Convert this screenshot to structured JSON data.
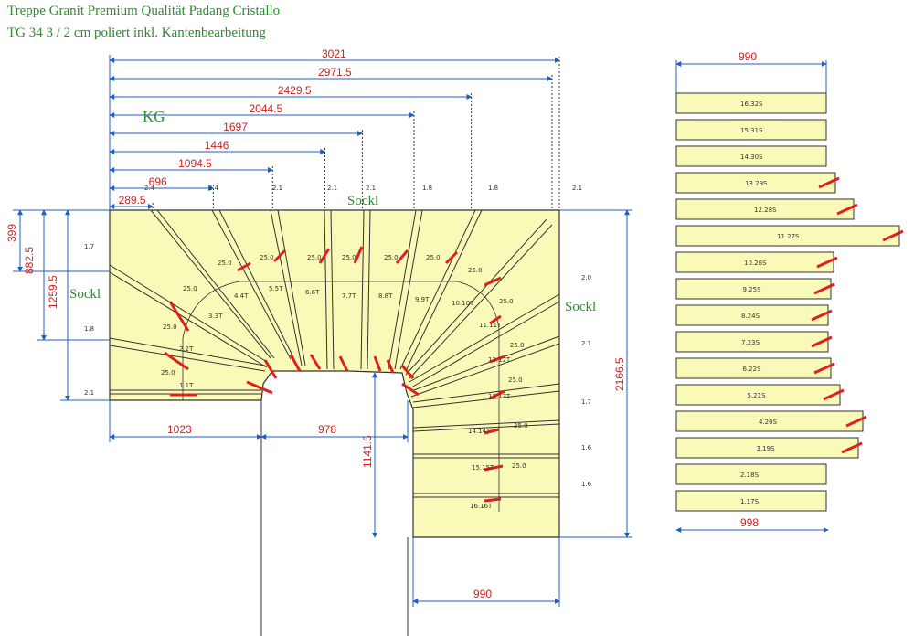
{
  "title_line1": "Treppe Granit Premium Qualität Padang Cristallo",
  "title_line2": "TG 34 3 / 2 cm poliert inkl. Kantenbearbeitung",
  "labels": {
    "kg": "KG",
    "sockl_top": "Sockl",
    "sockl_left": "Sockl",
    "sockl_right": "Sockl"
  },
  "top_dims": [
    {
      "label": "3021",
      "value": 3021
    },
    {
      "label": "2971.5",
      "value": 2971.5
    },
    {
      "label": "2429.5",
      "value": 2429.5
    },
    {
      "label": "2044.5",
      "value": 2044.5
    },
    {
      "label": "1697",
      "value": 1697
    },
    {
      "label": "1446",
      "value": 1446
    },
    {
      "label": "1094.5",
      "value": 1094.5
    },
    {
      "label": "696",
      "value": 696
    },
    {
      "label": "289.5",
      "value": 289.5
    }
  ],
  "left_dims": [
    "399",
    "882.5",
    "1259.5"
  ],
  "right_dim": "2166.5",
  "bottom_dims": {
    "left": "1023",
    "mid": "978",
    "vertical": "1141.5",
    "right": "990"
  },
  "small_top_labels": [
    "2.4",
    "2.4",
    "2.1",
    "2.1",
    "2.1",
    "1.8",
    "1.8",
    "2.1"
  ],
  "left_side_labels": [
    "1.7",
    "1.8",
    "2.1"
  ],
  "right_side_labels": [
    "2.0",
    "2.1",
    "1.7",
    "1.6",
    "1.6"
  ],
  "tread_labels": [
    "1.1T",
    "2.2T",
    "3.3T",
    "4.4T",
    "5.5T",
    "6.6T",
    "7.7T",
    "8.8T",
    "9.9T",
    "10.10T",
    "11.11T",
    "12.12T",
    "13.13T",
    "14.14T",
    "15.15T",
    "16.16T"
  ],
  "width_labels": [
    "25.0",
    "25.0",
    "25.0",
    "25.0",
    "25.0",
    "25.0",
    "25.0",
    "25.0",
    "25.0",
    "25.0",
    "25.0",
    "25.0",
    "25.0",
    "25.0",
    "25.0"
  ],
  "risers": {
    "top_label": "990",
    "bottom_label": "998",
    "items": [
      {
        "label": "16.32S",
        "extend": 0
      },
      {
        "label": "15.31S",
        "extend": 0
      },
      {
        "label": "14.30S",
        "extend": 0
      },
      {
        "label": "13.29S",
        "extend": 10
      },
      {
        "label": "12.28S",
        "extend": 30
      },
      {
        "label": "11.27S",
        "extend": 80
      },
      {
        "label": "10.26S",
        "extend": 8
      },
      {
        "label": "9.25S",
        "extend": 5
      },
      {
        "label": "8.24S",
        "extend": 2
      },
      {
        "label": "7.23S",
        "extend": 2
      },
      {
        "label": "6.22S",
        "extend": 5
      },
      {
        "label": "5.21S",
        "extend": 15
      },
      {
        "label": "4.20S",
        "extend": 40
      },
      {
        "label": "3.19S",
        "extend": 35
      },
      {
        "label": "2.18S",
        "extend": 0
      },
      {
        "label": "1.17S",
        "extend": 0
      }
    ]
  }
}
